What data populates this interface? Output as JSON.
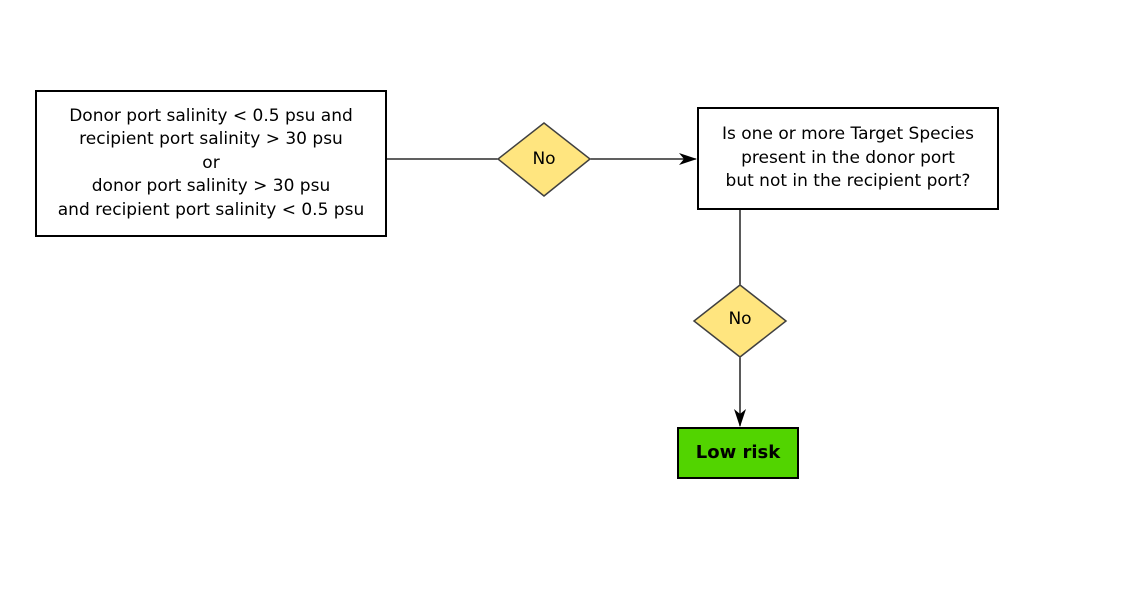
{
  "nodes": {
    "condition_box": {
      "lines": [
        "Donor port salinity < 0.5 psu and",
        "recipient port salinity > 30 psu",
        "or",
        "donor port salinity > 30 psu",
        "and recipient port salinity < 0.5 psu"
      ]
    },
    "decision_1": {
      "label": "No"
    },
    "question_box": {
      "lines": [
        "Is one or more Target Species",
        "present in the donor port",
        "but not in the recipient port?"
      ]
    },
    "decision_2": {
      "label": "No"
    },
    "outcome_box": {
      "label": "Low risk"
    }
  },
  "colors": {
    "decision_fill": "#ffe57f",
    "decision_stroke": "#404040",
    "outcome_fill": "#52d400",
    "connector": "#000000"
  },
  "edges": [
    {
      "from": "condition_box",
      "to": "decision_1"
    },
    {
      "from": "decision_1",
      "to": "question_box",
      "arrow": true
    },
    {
      "from": "question_box",
      "to": "decision_2"
    },
    {
      "from": "decision_2",
      "to": "outcome_box",
      "arrow": true
    }
  ]
}
